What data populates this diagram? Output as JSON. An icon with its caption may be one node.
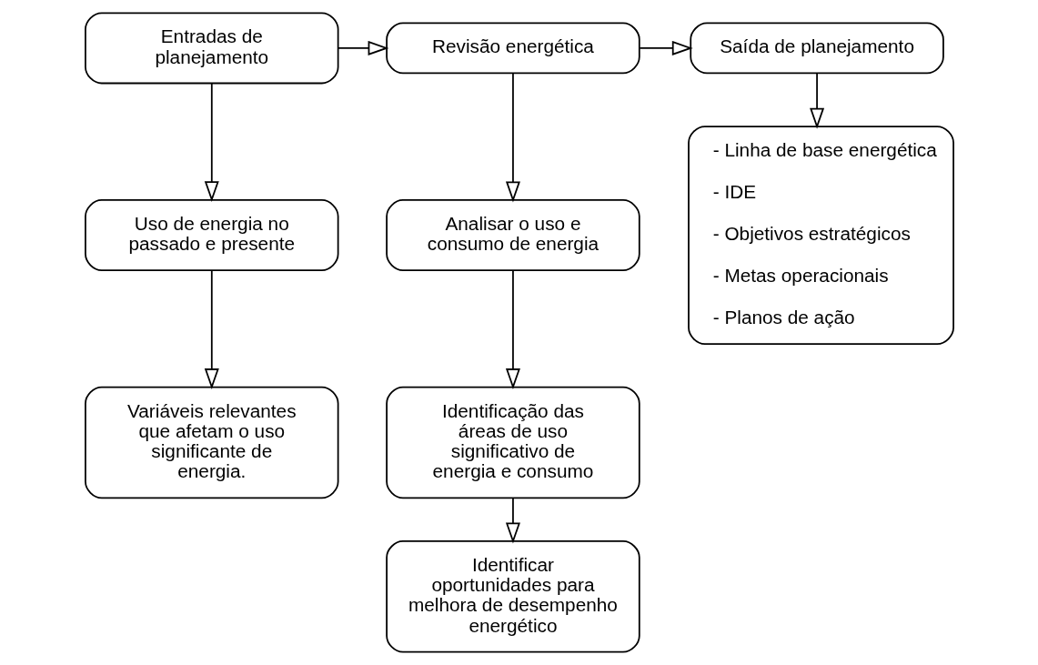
{
  "diagram": {
    "nodes": [
      {
        "text": [
          "Entradas de planejamento"
        ]
      },
      {
        "text": [
          "Revisão energética"
        ]
      },
      {
        "text": [
          "Saída de planejamento"
        ]
      },
      {
        "text": [
          "Uso de energia no passado e presente"
        ]
      },
      {
        "text": [
          "Analisar o uso e consumo de energia"
        ]
      },
      {
        "text": [
          "Variáveis relevantes que afetam o uso significante de energia."
        ]
      },
      {
        "text": [
          "Identificação das áreas de uso significativo de energia e consumo"
        ]
      },
      {
        "text": [
          "Identificar oportunidades para melhora de desempenho energético"
        ]
      },
      {
        "text": [
          "- Linha de base energética",
          "- IDE",
          "- Objetivos estratégicos",
          "- Metas operacionais",
          "- Planos de ação"
        ]
      }
    ],
    "edges": [
      {
        "from": 0,
        "to": 1,
        "arrow": "to"
      },
      {
        "from": 1,
        "to": 2,
        "arrow": "to"
      },
      {
        "from": 0,
        "to": 3,
        "arrow": "to"
      },
      {
        "from": 3,
        "to": 5,
        "arrow": "to"
      },
      {
        "from": 1,
        "to": 4,
        "arrow": "to"
      },
      {
        "from": 4,
        "to": 6,
        "arrow": "to"
      },
      {
        "from": 6,
        "to": 7,
        "arrow": "to"
      },
      {
        "from": 2,
        "to": 8,
        "arrow": "to"
      }
    ]
  }
}
